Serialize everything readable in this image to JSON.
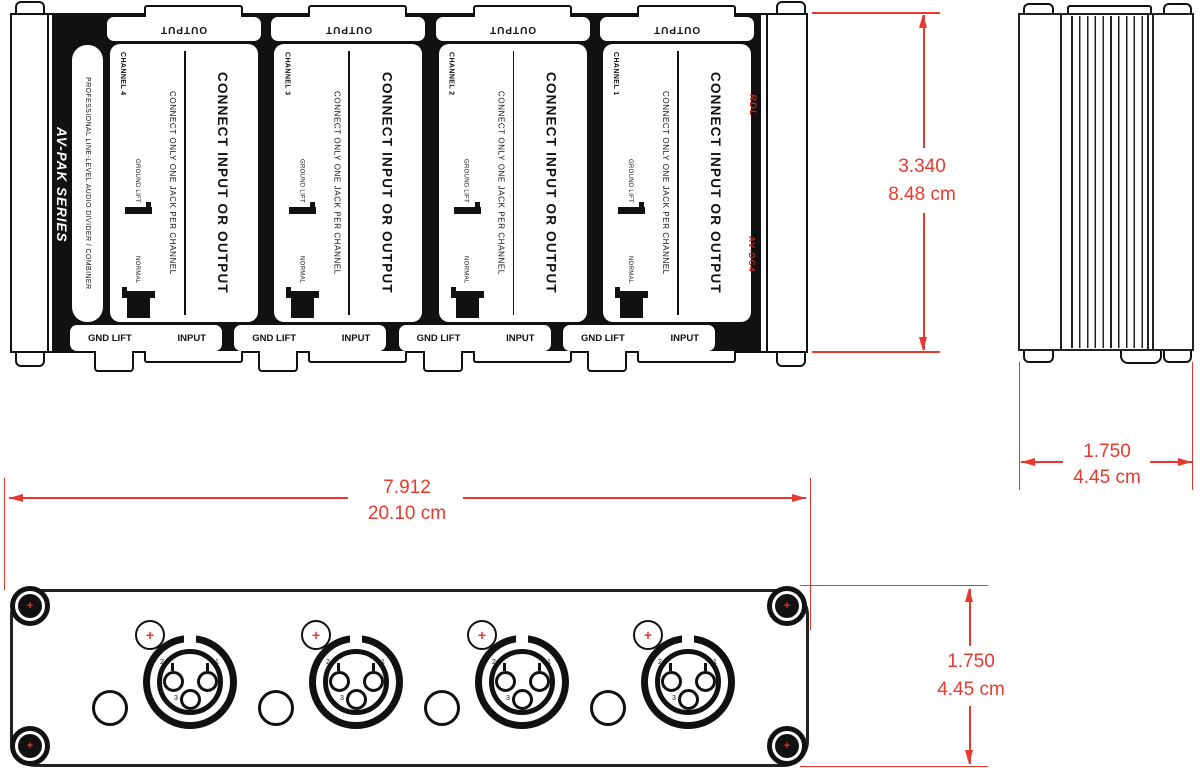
{
  "device": {
    "brand": "RDL",
    "model": "AV-DC4",
    "series": "AV-PAK SERIES",
    "description": "PROFESSIONAL LINE-LEVEL AUDIO DIVIDER / COMBINER"
  },
  "top_view": {
    "output_label": "OUTPUT",
    "gnd_lift_label": "GND LIFT",
    "input_label": "INPUT",
    "main_label": "CONNECT INPUT OR OUTPUT",
    "sub_label": "CONNECT ONLY ONE JACK PER CHANNEL",
    "switch_top_label": "GROUND LIFT",
    "switch_bottom_label": "NORMAL",
    "channel_names": [
      "CHANNEL 4",
      "CHANNEL 3",
      "CHANNEL 2",
      "CHANNEL 1"
    ]
  },
  "front_view": {
    "xlr_count": 4,
    "pin_labels": [
      "2",
      "1",
      "3"
    ],
    "indicator_symbol": "+",
    "screw_symbol": "+"
  },
  "dimensions": {
    "top_height": {
      "inches": "3.340",
      "metric": "8.48 cm"
    },
    "width": {
      "inches": "7.912",
      "metric": "20.10 cm"
    },
    "depth": {
      "inches": "1.750",
      "metric": "4.45 cm"
    },
    "front_height": {
      "inches": "1.750",
      "metric": "4.45 cm"
    }
  },
  "colors": {
    "dimension": "#e8392f",
    "ink": "#111111",
    "brand_red": "#c0271f"
  }
}
